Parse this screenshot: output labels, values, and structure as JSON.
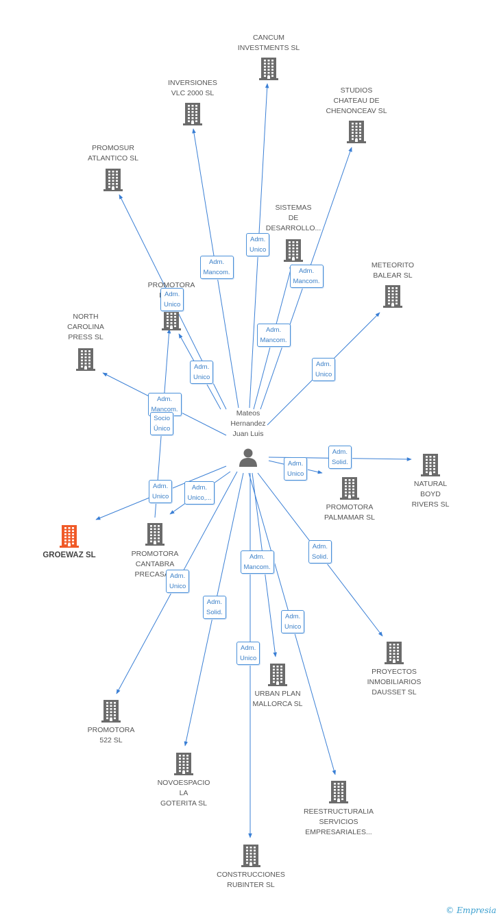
{
  "center": {
    "label": "Mateos\nHernandez\nJuan Luis"
  },
  "nodes": [
    {
      "id": "cancum",
      "label": "CANCUM\nINVESTMENTS SL"
    },
    {
      "id": "inversiones",
      "label": "INVERSIONES\nVLC 2000 SL"
    },
    {
      "id": "studios",
      "label": "STUDIOS\nCHATEAU DE\nCHENONCEAV SL"
    },
    {
      "id": "promosur",
      "label": "PROMOSUR\nATLANTICO SL"
    },
    {
      "id": "sistemas",
      "label": "SISTEMAS\nDE\nDESARROLLO..."
    },
    {
      "id": "meteorito",
      "label": "METEORITO\nBALEAR SL"
    },
    {
      "id": "promotora_pe",
      "label": "PROMOTORA\nPE...SL"
    },
    {
      "id": "north",
      "label": "NORTH\nCAROLINA\nPRESS SL"
    },
    {
      "id": "natural",
      "label": "NATURAL\nBOYD\nRIVERS SL"
    },
    {
      "id": "palmamar",
      "label": "PROMOTORA\nPALMAMAR SL"
    },
    {
      "id": "groewaz",
      "label": "GROEWAZ SL"
    },
    {
      "id": "cantabra",
      "label": "PROMOTORA\nCANTABRA\nPRECASA..."
    },
    {
      "id": "proyectos",
      "label": "PROYECTOS\nINMOBILIARIOS\nDAUSSET SL"
    },
    {
      "id": "p522",
      "label": "PROMOTORA\n522 SL"
    },
    {
      "id": "urban",
      "label": "URBAN PLAN\nMALLORCA SL"
    },
    {
      "id": "novoespacio",
      "label": "NOVOESPACIO\nLA\nGOTERITA SL"
    },
    {
      "id": "reestructuralia",
      "label": "REESTRUCTURALIA\nSERVICIOS\nEMPRESARIALES..."
    },
    {
      "id": "construcciones",
      "label": "CONSTRUCCIONES\nRUBINTER SL"
    }
  ],
  "edge_labels": [
    {
      "id": "e_cancum",
      "text": "Adm.\nUnico"
    },
    {
      "id": "e_inversiones",
      "text": "Adm.\nMancom."
    },
    {
      "id": "e_studios",
      "text": "Adm.\nMancom."
    },
    {
      "id": "e_sistemas",
      "text": "Adm.\nMancom."
    },
    {
      "id": "e_promosur",
      "text": "Adm.\nUnico"
    },
    {
      "id": "e_promotora_pe",
      "text": "Adm.\nUnico"
    },
    {
      "id": "e_meteorito",
      "text": "Adm.\nUnico"
    },
    {
      "id": "e_north",
      "text": "Adm.\nMancom."
    },
    {
      "id": "e_socio",
      "text": "Socio\nÚnico"
    },
    {
      "id": "e_natural",
      "text": "Adm.\nSolid."
    },
    {
      "id": "e_palmamar",
      "text": "Adm.\nUnico"
    },
    {
      "id": "e_groewaz",
      "text": "Adm.\nUnico"
    },
    {
      "id": "e_cantabra",
      "text": "Adm.\nUnico,..."
    },
    {
      "id": "e_proyectos",
      "text": "Adm.\nSolid."
    },
    {
      "id": "e_p522",
      "text": "Adm.\nUnico"
    },
    {
      "id": "e_urban",
      "text": "Adm.\nMancom."
    },
    {
      "id": "e_novoespacio",
      "text": "Adm.\nSolid."
    },
    {
      "id": "e_reestructuralia",
      "text": "Adm.\nUnico"
    },
    {
      "id": "e_construcciones",
      "text": "Adm.\nUnico"
    }
  ],
  "colors": {
    "edge": "#3a7fd5",
    "building": "#6b6b6b",
    "focus": "#f05a28",
    "person": "#6b6b6b"
  },
  "brand": {
    "copyright": "©",
    "name": "Empresia"
  }
}
